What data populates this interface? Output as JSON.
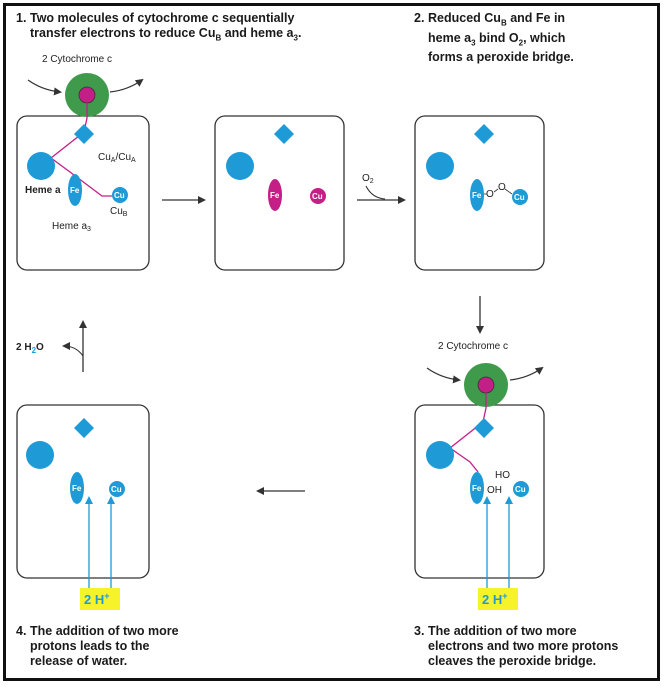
{
  "steps": {
    "step1": {
      "number": "1.",
      "line1": "Two molecules of cytochrome c sequentially",
      "line2": "transfer electrons to reduce Cu",
      "line2_sub": "B",
      "line2_end": " and heme a",
      "line2_sub2": "3",
      "line2_end2": "."
    },
    "step2": {
      "number": "2.",
      "line1": "Reduced Cu",
      "line1_sub": "B",
      "line1_end": " and Fe in",
      "line2": "heme a",
      "line2_sub": "3",
      "line2_end": " bind O",
      "line2_sub2": "2",
      "line2_end2": ", which",
      "line3": "forms a peroxide bridge."
    },
    "step3": {
      "number": "3.",
      "line1": "The addition of two more",
      "line2": "electrons and two more protons",
      "line3": "cleaves the peroxide bridge."
    },
    "step4": {
      "number": "4.",
      "line1": "The addition of two more",
      "line2": "protons leads to the",
      "line3": "release of water."
    }
  },
  "labels": {
    "cytochrome_top": "2 Cytochrome c",
    "cytochrome_bottom": "2 Cytochrome c",
    "cua": "Cu",
    "cua_sub": "A",
    "cua_sep": "/Cu",
    "cua_sub2": "A",
    "heme_a": "Heme a",
    "heme_a3": "Heme a",
    "heme_a3_sub": "3",
    "cub": "Cu",
    "cub_sub": "B",
    "o2": "O",
    "o2_sub": "2",
    "water": "2 H",
    "water_sub": "2",
    "water_end": "O",
    "proton_left": "2 H",
    "proton_right": "2 H",
    "proton_sup": "+",
    "fe": "Fe",
    "cu": "Cu",
    "peroxide_o1": "O",
    "peroxide_o2": "O",
    "ho": "HO",
    "oh": "OH"
  },
  "colors": {
    "blue": "#1e9bd7",
    "magenta": "#c41f86",
    "green": "#3f9a4b",
    "yellow": "#f7f32a",
    "line": "#333333"
  }
}
